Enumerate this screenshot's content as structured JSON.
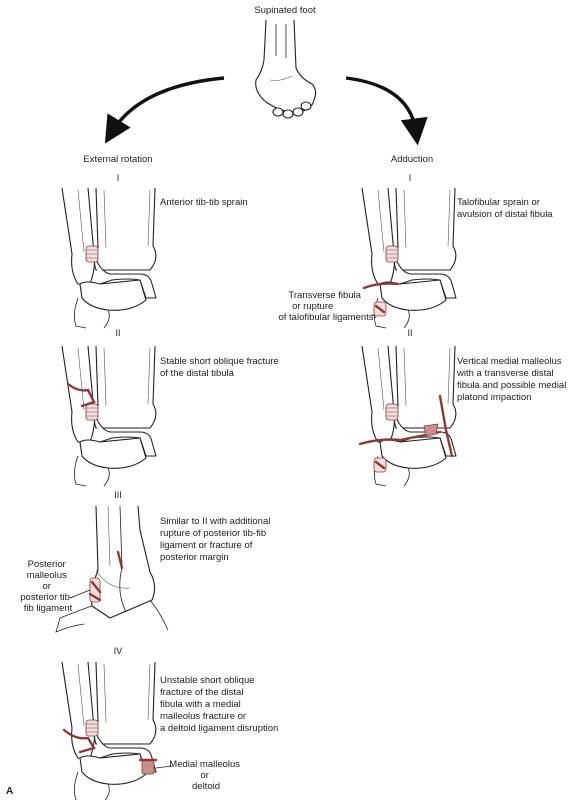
{
  "title": "Supinated foot",
  "panel_letter": "A",
  "columns": {
    "left": "External rotation",
    "right": "Adduction"
  },
  "external_rotation": {
    "stage1": {
      "numeral": "I",
      "caption": [
        "Anterior tib-tib sprain"
      ]
    },
    "stage2": {
      "numeral": "II",
      "caption": [
        "Stable short oblique fracture",
        "of the distal tibula"
      ]
    },
    "stage3": {
      "numeral": "III",
      "caption": [
        "Similar to II with additional",
        "rupture of posterior tib-fib",
        "ligament or fracture of",
        "posterior margin"
      ],
      "label": [
        "Posterior",
        "malleolus",
        "or",
        "posterior tib-",
        "fib ligament"
      ]
    },
    "stage4": {
      "numeral": "IV",
      "caption": [
        "Unstable short oblique",
        "fracture of the distal",
        "fibula with a medial",
        "malleolus fracture or",
        "a deltoid ligament disruption"
      ],
      "label": [
        "Medial malleolus",
        "or",
        "deltoid"
      ]
    }
  },
  "adduction": {
    "stage1": {
      "numeral": "I",
      "caption": [
        "Talofibular sprain or",
        "avulsion of distal fibula"
      ],
      "label": [
        "Transverse fibula",
        "or rupture",
        "of talofibular ligaments"
      ]
    },
    "stage2": {
      "numeral": "II",
      "caption": [
        "Vertical medial malleolus",
        "with a transverse distal",
        "fibula and possible medial",
        "platond impaction"
      ]
    }
  },
  "icons": {
    "foot": "supinated-foot-icon",
    "arrows": "curved-arrow-icon"
  },
  "colors": {
    "injury": "#8c3a3a",
    "injury_fill": "#c98f8f"
  }
}
